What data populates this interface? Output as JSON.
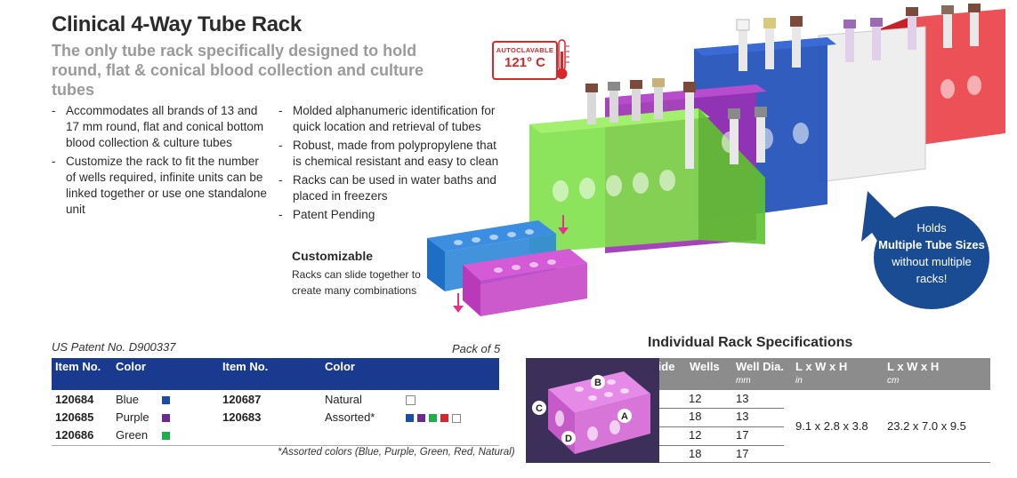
{
  "header": {
    "title": "Clinical 4-Way Tube Rack",
    "subtitle_line1": "The only tube rack specifically designed to hold",
    "subtitle_line2": "round, flat & conical blood collection and culture tubes"
  },
  "badge": {
    "label": "AUTOCLAVABLE",
    "temp": "121° C"
  },
  "features_left": [
    [
      "Accommodates all brands of 13 and",
      "17 mm round, flat and conical bottom",
      "blood collection & culture tubes"
    ],
    [
      "Customize the rack to fit the number",
      "of wells required, infinite units can be",
      "linked together or use one standalone",
      "unit"
    ]
  ],
  "features_right": [
    [
      "Molded alphanumeric identification for",
      "quick location and retrieval of tubes"
    ],
    [
      "Robust, made from polypropylene that",
      "is chemical resistant and easy to clean"
    ],
    [
      "Racks can be used in water baths and",
      "placed in freezers"
    ],
    [
      "Patent Pending"
    ]
  ],
  "bullet_char": "-",
  "customizable": {
    "title": "Customizable",
    "line1": "Racks can slide together to",
    "line2": "create many combinations"
  },
  "bubble": {
    "line1": "Holds",
    "line2": "Multiple Tube Sizes",
    "line3": "without multiple",
    "line4": "racks!"
  },
  "ordering": {
    "patent": "US Patent No. D900337",
    "pack": "Pack of 5",
    "headers": [
      "Item No.",
      "Color",
      "Item No.",
      "Color"
    ],
    "left_rows": [
      {
        "item": "120684",
        "color": "Blue",
        "swatch": "#1a4ea3"
      },
      {
        "item": "120685",
        "color": "Purple",
        "swatch": "#6a2a8e"
      },
      {
        "item": "120686",
        "color": "Green",
        "swatch": "#1fae4b"
      }
    ],
    "right_rows": [
      {
        "item": "120687",
        "color": "Natural"
      },
      {
        "item": "120683",
        "color": "Assorted*"
      }
    ],
    "natural_swatch": "#ffffff",
    "assorted_swatches": [
      "#1a4ea3",
      "#6a2a8e",
      "#1fae4b",
      "#d9262a",
      "#ffffff"
    ],
    "footnote": "*Assorted colors (Blue, Purple, Green, Red, Natural)"
  },
  "specs": {
    "title": "Individual Rack Specifications",
    "headers": {
      "side": "Side",
      "wells": "Wells",
      "well_dia": "Well Dia.",
      "well_dia_unit": "mm",
      "lwh_in": "L x W x H",
      "lwh_in_unit": "in",
      "lwh_cm": "L x W x H",
      "lwh_cm_unit": "cm"
    },
    "rows": [
      {
        "wells": "12",
        "dia": "13"
      },
      {
        "wells": "18",
        "dia": "13"
      },
      {
        "wells": "12",
        "dia": "17"
      },
      {
        "wells": "18",
        "dia": "17"
      }
    ],
    "dims_in": "9.1 x 2.8 x 3.8",
    "dims_cm": "23.2 x 7.0 x 9.5",
    "side_labels": [
      "A",
      "B",
      "C",
      "D"
    ]
  },
  "colors": {
    "header_blue": "#1a3a8f",
    "spec_gray": "#8c8c8c",
    "accent_red": "#d9262a",
    "bubble_blue": "#1a4c93"
  }
}
